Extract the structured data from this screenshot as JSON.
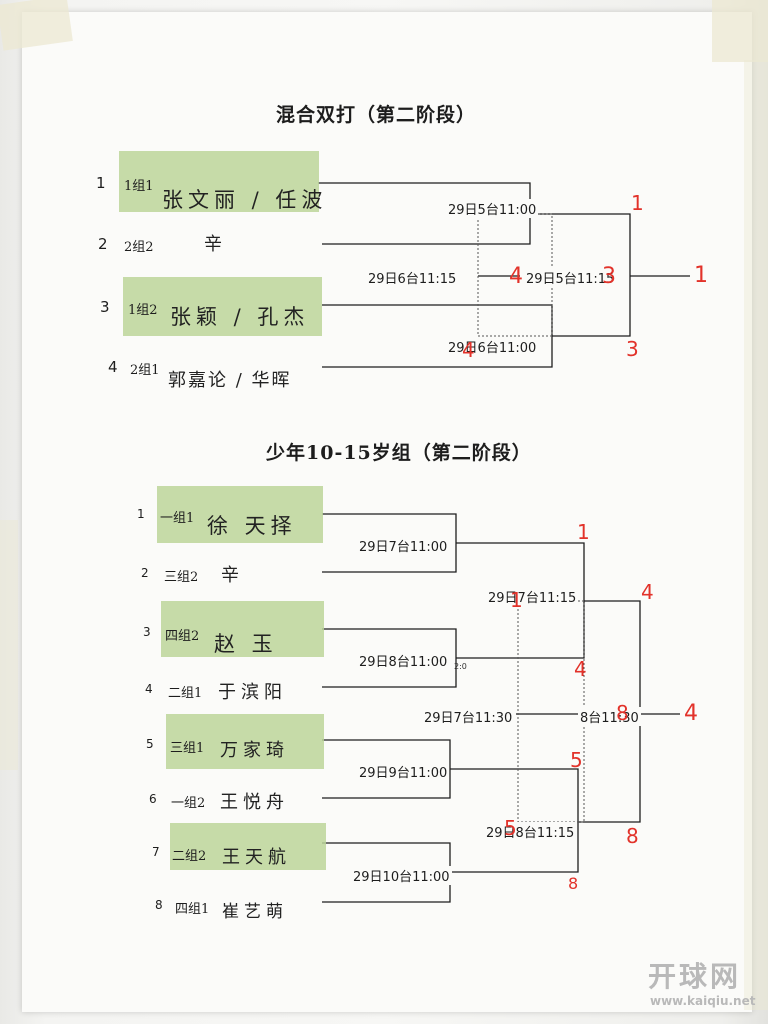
{
  "bracket_a": {
    "title": "混合双打（第二阶段）",
    "entries": [
      {
        "seed": "1",
        "group": "1组1",
        "name": "张文丽 / 任波"
      },
      {
        "seed": "2",
        "group": "2组2",
        "name": "辛"
      },
      {
        "seed": "3",
        "group": "1组2",
        "name": "张颖 / 孔杰"
      },
      {
        "seed": "4",
        "group": "2组1",
        "name": "郭嘉论 / 华晖"
      }
    ],
    "matches": [
      "29日5台11:00",
      "29日6台11:15",
      "29日5台11:15",
      "29日6台11:00"
    ],
    "results": [
      "1",
      "4",
      "3",
      "1",
      "3",
      "4"
    ]
  },
  "bracket_b": {
    "title": "少年10-15岁组（第二阶段）",
    "entries": [
      {
        "seed": "1",
        "group": "一组1",
        "name": "徐 天择"
      },
      {
        "seed": "2",
        "group": "三组2",
        "name": "辛"
      },
      {
        "seed": "3",
        "group": "四组2",
        "name": "赵   玉"
      },
      {
        "seed": "4",
        "group": "二组1",
        "name": "于滨阳"
      },
      {
        "seed": "5",
        "group": "三组1",
        "name": "万家琦"
      },
      {
        "seed": "6",
        "group": "一组2",
        "name": "王悦舟"
      },
      {
        "seed": "7",
        "group": "二组2",
        "name": "王天航"
      },
      {
        "seed": "8",
        "group": "四组1",
        "name": "崔艺萌"
      }
    ],
    "matches": [
      "29日7台11:00",
      "29日8台11:00",
      "29日9台11:00",
      "29日10台11:00",
      "29日7台11:15",
      "29日7台11:30",
      "8台11:30",
      "29日8台11:15"
    ],
    "results": [
      "1",
      "4",
      "5",
      "8",
      "1",
      "5",
      "4",
      "8",
      "4",
      "8"
    ],
    "score_note": "2:0"
  },
  "watermark": {
    "cn": "开球网",
    "url": "www.kaiqiu.net"
  }
}
